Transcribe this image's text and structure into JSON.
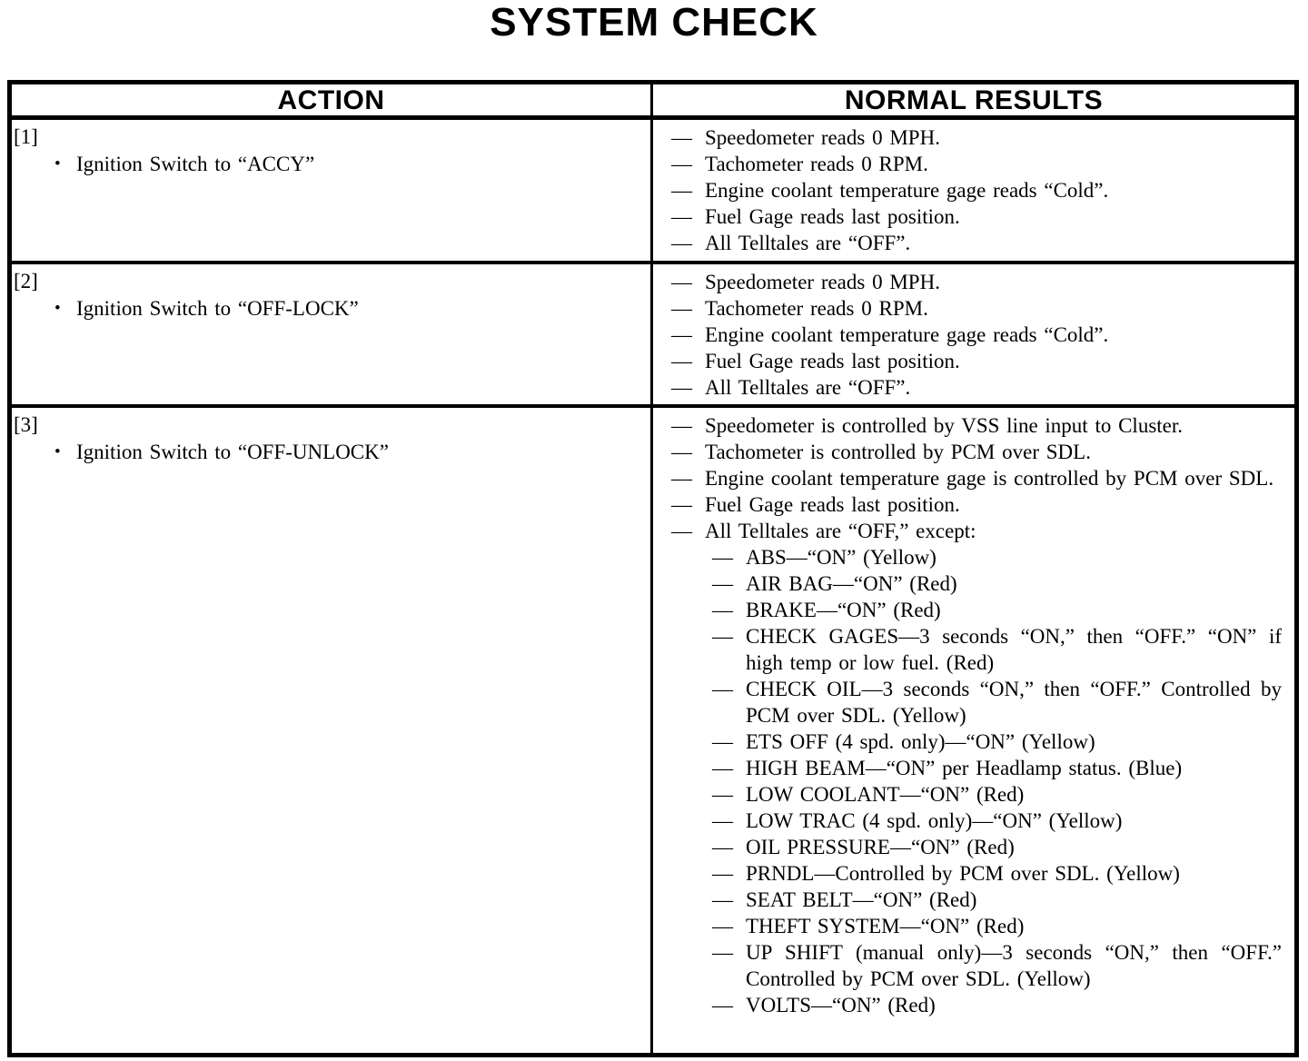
{
  "title": "SYSTEM CHECK",
  "markers": {
    "bullet": "•",
    "dash": "—"
  },
  "table": {
    "headers": {
      "action": "ACTION",
      "results": "NORMAL RESULTS"
    },
    "rows": [
      {
        "step": "[1]",
        "action": "Ignition Switch to “ACCY”",
        "results": [
          "Speedometer reads 0 MPH.",
          "Tachometer reads 0 RPM.",
          "Engine coolant temperature gage reads “Cold”.",
          "Fuel Gage reads last position.",
          "All Telltales are “OFF”."
        ]
      },
      {
        "step": "[2]",
        "action": "Ignition Switch to “OFF-LOCK”",
        "results": [
          "Speedometer reads 0 MPH.",
          "Tachometer reads 0 RPM.",
          "Engine coolant temperature gage reads “Cold”.",
          "Fuel Gage reads last position.",
          "All Telltales are “OFF”."
        ]
      },
      {
        "step": "[3]",
        "action": "Ignition Switch to “OFF-UNLOCK”",
        "results": [
          "Speedometer is controlled by VSS line input to Cluster.",
          "Tachometer is controlled by PCM over SDL.",
          "Engine coolant temperature gage is controlled by PCM over SDL.",
          "Fuel Gage reads last position.",
          "All Telltales are “OFF,” except:"
        ],
        "telltale_exceptions": [
          "ABS—“ON” (Yellow)",
          "AIR BAG—“ON” (Red)",
          "BRAKE—“ON” (Red)",
          "CHECK GAGES—3 seconds “ON,” then “OFF.” “ON” if high temp or low fuel. (Red)",
          "CHECK OIL—3 seconds “ON,” then “OFF.” Controlled by PCM over SDL. (Yellow)",
          "ETS OFF (4 spd. only)—“ON” (Yellow)",
          "HIGH BEAM—“ON” per Headlamp status. (Blue)",
          "LOW COOLANT—“ON” (Red)",
          "LOW TRAC (4 spd. only)—“ON” (Yellow)",
          "OIL PRESSURE—“ON” (Red)",
          "PRNDL—Controlled by PCM over SDL. (Yellow)",
          "SEAT BELT—“ON” (Red)",
          "THEFT SYSTEM—“ON” (Red)",
          "UP SHIFT (manual only)—3 seconds “ON,” then “OFF.” Controlled by PCM over SDL. (Yellow)",
          "VOLTS—“ON” (Red)"
        ]
      }
    ]
  }
}
